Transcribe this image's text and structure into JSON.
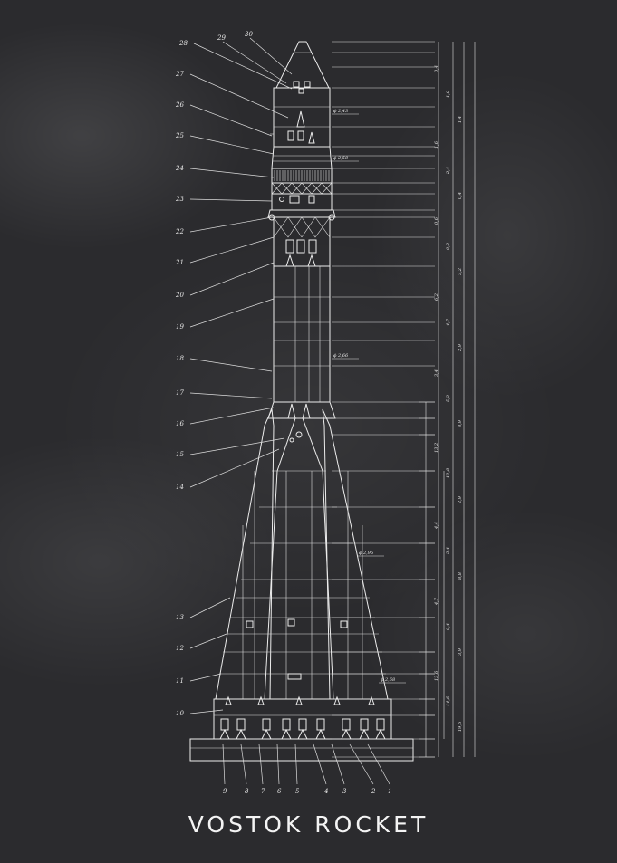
{
  "title": "VOSTOK ROCKET",
  "colors": {
    "background": "#2b2b2e",
    "ink": "#ececec"
  },
  "part_numbers": {
    "left": [
      "28",
      "27",
      "26",
      "25",
      "24",
      "23",
      "22",
      "21",
      "20",
      "19",
      "18",
      "17",
      "16",
      "15",
      "14",
      "13",
      "12",
      "11",
      "10"
    ],
    "top": [
      "29",
      "30"
    ],
    "bottom": [
      "9",
      "8",
      "7",
      "6",
      "5",
      "4",
      "3",
      "2",
      "1"
    ]
  },
  "diameter_callouts": [
    "ϕ 2,43",
    "ϕ 2,58",
    "ϕ 2,66",
    "ϕ 2,95",
    "ϕ 2,68"
  ],
  "dimension_labels": [
    "0,4",
    "1,0",
    "1,4",
    "1,6",
    "2,4",
    "0,4",
    "0,6",
    "0,8",
    "3,2",
    "6,2",
    "4,7",
    "2,9",
    "3,4",
    "5,3",
    "8,9",
    "13,2",
    "19,8",
    "2,9",
    "4,4",
    "3,4",
    "8,8",
    "4,7",
    "0,4",
    "3,9",
    "13,6",
    "14,6",
    "19,6"
  ]
}
